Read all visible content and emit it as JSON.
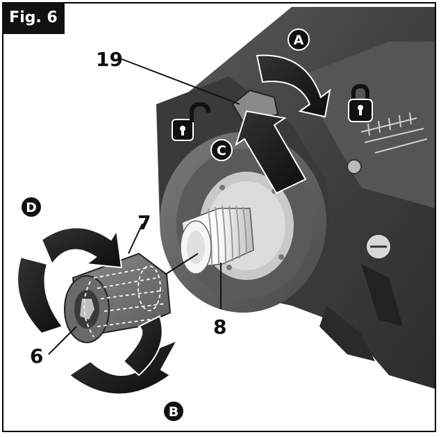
{
  "figure": {
    "label": "Fig. 6"
  },
  "callouts": {
    "part_19": "19",
    "part_7": "7",
    "part_8": "8",
    "part_6": "6"
  },
  "direction_markers": {
    "a": "A",
    "b": "B",
    "c": "C",
    "d": "D"
  },
  "icons": {
    "unlocked": "unlocked-padlock-icon",
    "locked": "locked-padlock-icon"
  },
  "colors": {
    "housing_dark": "#4a4a4a",
    "housing_mid": "#6e6e6e",
    "housing_light": "#9a9a9a",
    "arrow": "#1a1a1a",
    "label_bg": "#111111"
  }
}
